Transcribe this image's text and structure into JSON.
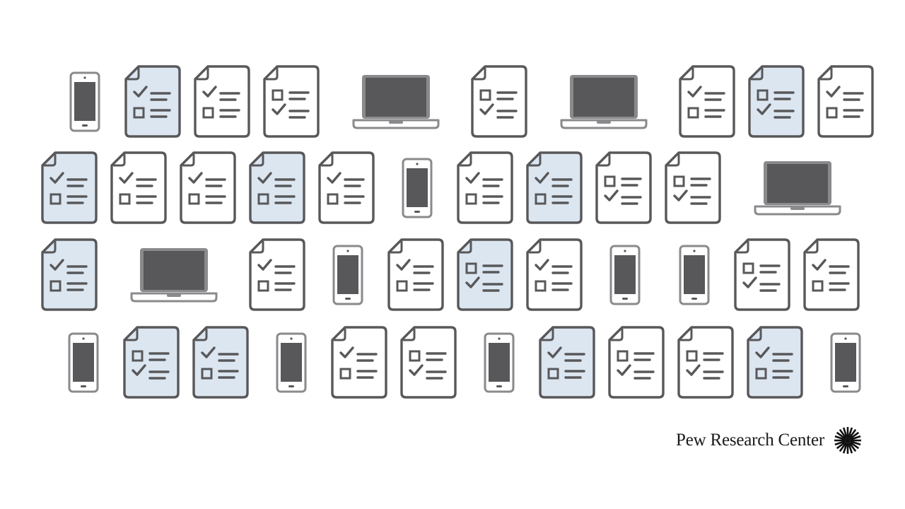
{
  "brand": {
    "name": "Pew Research Center",
    "logo_icon": "sunburst-logo-icon"
  },
  "colors": {
    "stroke": "#58585a",
    "device_gray": "#8a8a8c",
    "screen": "#58585a",
    "highlight_fill": "#dce6f1",
    "plain_fill": "#ffffff"
  },
  "icon_rows": [
    [
      "phone",
      "doc-blue-ckbox",
      "doc-ckbox",
      "doc-boxck",
      "laptop",
      "doc-boxck",
      "laptop",
      "doc-ckbox",
      "doc-blue-boxck",
      "doc-ckbox"
    ],
    [
      "doc-blue-ckbox",
      "doc-ckbox",
      "doc-ckbox",
      "doc-blue-ckbox",
      "doc-ckbox",
      "phone",
      "doc-ckbox",
      "doc-blue-ckbox",
      "doc-boxck",
      "doc-boxck",
      "laptop"
    ],
    [
      "doc-blue-ckbox",
      "laptop",
      "doc-ckbox",
      "phone",
      "doc-ckbox",
      "doc-blue-boxck",
      "doc-ckbox",
      "phone",
      "phone",
      "doc-boxck",
      "doc-ckbox"
    ],
    [
      "phone",
      "doc-blue-boxck",
      "doc-blue-ckbox",
      "phone",
      "doc-ckbox",
      "doc-boxck",
      "phone",
      "doc-blue-ckbox",
      "doc-boxck",
      "doc-boxck",
      "doc-blue-ckbox",
      "phone"
    ]
  ]
}
